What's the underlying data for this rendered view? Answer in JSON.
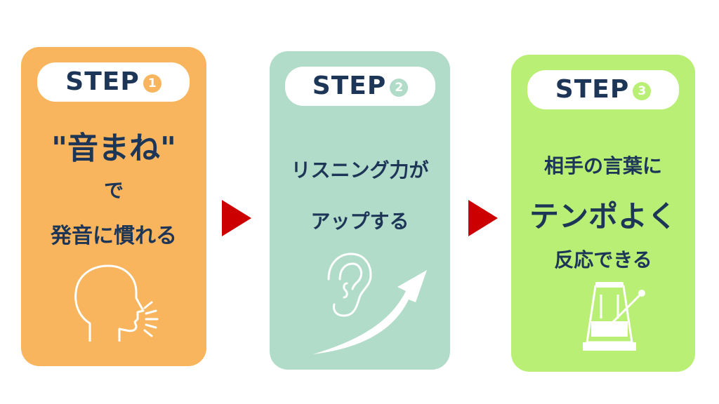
{
  "steps": [
    {
      "label": "STEP",
      "number": "1",
      "number_color": "#f8b55d",
      "bg_color": "#f8b55d",
      "lines": [
        "\"音まね\"",
        "で",
        "発音に慣れる"
      ],
      "icon": "speaking-head-icon"
    },
    {
      "label": "STEP",
      "number": "2",
      "number_color": "#b1dcc9",
      "bg_color": "#b1dcc9",
      "lines": [
        "リスニング力が",
        "アップする"
      ],
      "icon": "ear-with-rising-arrow-icon"
    },
    {
      "label": "STEP",
      "number": "3",
      "number_color": "#b9ef75",
      "bg_color": "#b9ef75",
      "lines": [
        "相手の言葉に",
        "テンポよく",
        "反応できる"
      ],
      "icon": "metronome-icon"
    }
  ],
  "connector_color": "#cc0000",
  "text_color": "#1d3557"
}
